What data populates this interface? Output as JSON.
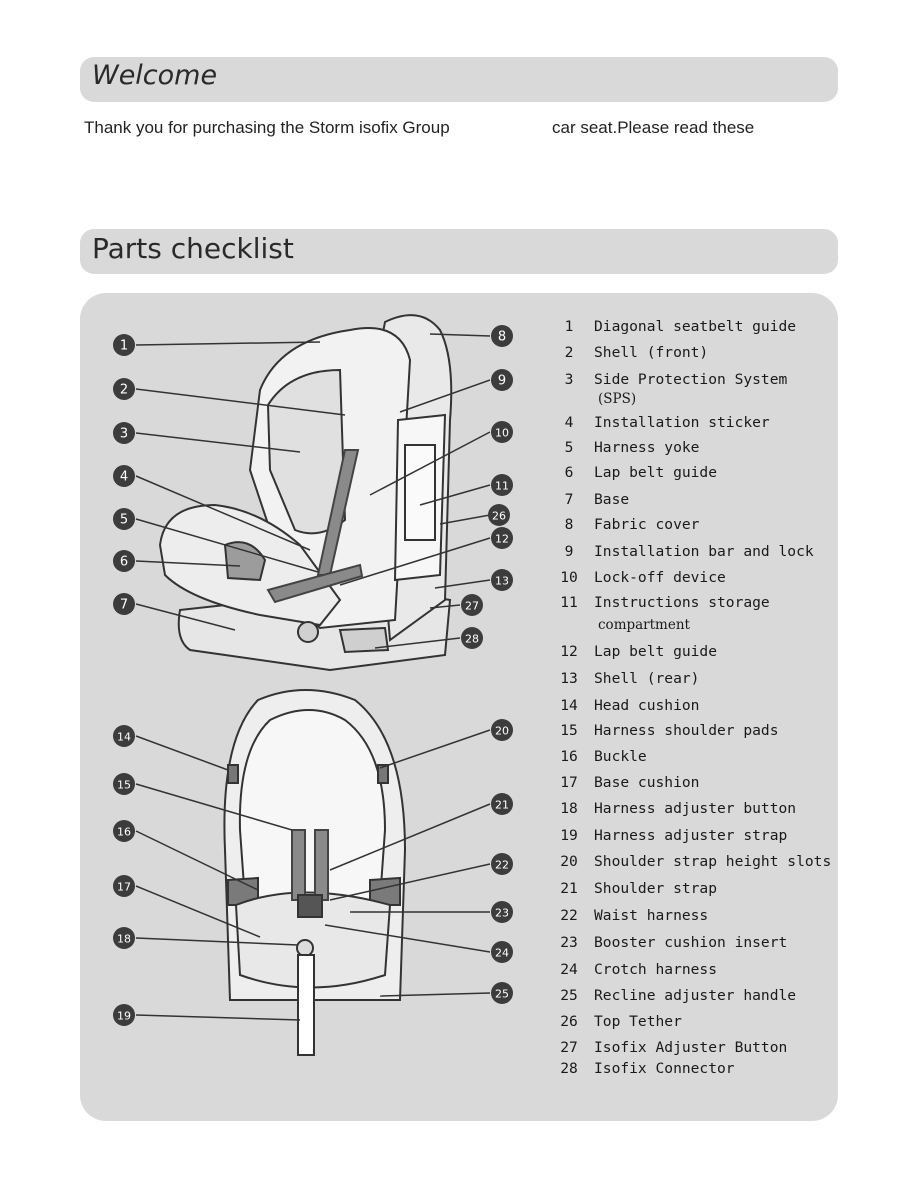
{
  "welcome": {
    "title": "Welcome",
    "intro_part1": "Thank you for purchasing the Storm isofix Group",
    "intro_part2": "car seat.Please read these"
  },
  "parts": {
    "title": "Parts checklist",
    "items": [
      {
        "num": "1",
        "label": "Diagonal seatbelt guide"
      },
      {
        "num": "2",
        "label": "Shell (front)"
      },
      {
        "num": "3",
        "label": "Side Protection System"
      },
      {
        "num": "",
        "label": "(SPS)"
      },
      {
        "num": "4",
        "label": "Installation sticker"
      },
      {
        "num": "5",
        "label": "Harness yoke"
      },
      {
        "num": "6",
        "label": "Lap belt guide"
      },
      {
        "num": "7",
        "label": "Base"
      },
      {
        "num": "8",
        "label": "Fabric cover"
      },
      {
        "num": "9",
        "label": "Installation bar and lock"
      },
      {
        "num": "10",
        "label": "Lock-off device"
      },
      {
        "num": "11",
        "label": "Instructions storage"
      },
      {
        "num": "",
        "label": "compartment"
      },
      {
        "num": "12",
        "label": "Lap belt guide"
      },
      {
        "num": "13",
        "label": "Shell (rear)"
      },
      {
        "num": "14",
        "label": "Head cushion"
      },
      {
        "num": "15",
        "label": "Harness shoulder pads"
      },
      {
        "num": "16",
        "label": "Buckle"
      },
      {
        "num": "17",
        "label": "Base cushion"
      },
      {
        "num": "18",
        "label": "Harness adjuster button"
      },
      {
        "num": "19",
        "label": "Harness adjuster strap"
      },
      {
        "num": "20",
        "label": "Shoulder strap height slots"
      },
      {
        "num": "21",
        "label": "Shoulder strap"
      },
      {
        "num": "22",
        "label": "Waist harness"
      },
      {
        "num": "23",
        "label": "Booster cushion insert"
      },
      {
        "num": "24",
        "label": "Crotch harness"
      },
      {
        "num": "25",
        "label": "Recline adjuster handle"
      },
      {
        "num": "26",
        "label": "Top Tether"
      },
      {
        "num": "27",
        "label": "Isofix Adjuster Button"
      },
      {
        "num": "28",
        "label": "Isofix Connector"
      }
    ]
  },
  "callouts": [
    "1",
    "2",
    "3",
    "4",
    "5",
    "6",
    "7",
    "8",
    "9",
    "10",
    "11",
    "26",
    "12",
    "13",
    "27",
    "28",
    "14",
    "15",
    "16",
    "17",
    "18",
    "19",
    "20",
    "21",
    "22",
    "23",
    "24",
    "25"
  ]
}
